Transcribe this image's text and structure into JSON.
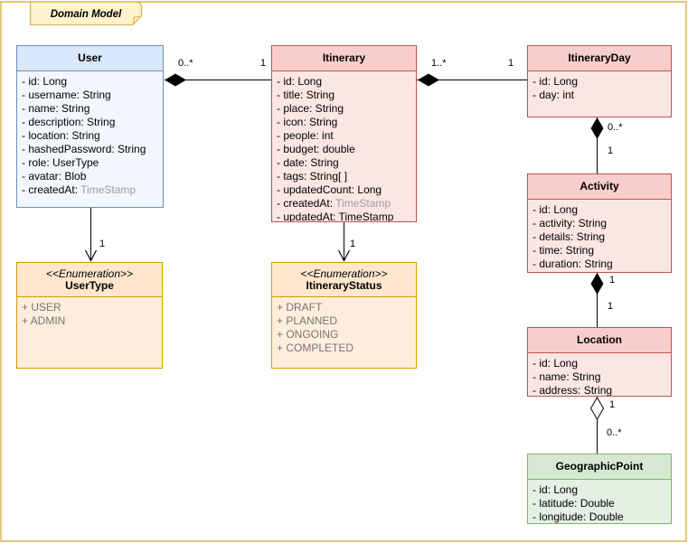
{
  "frame": {
    "title": "Domain Model"
  },
  "colors": {
    "frame_border": "#d6b656",
    "frame_tab_fill": "#fff2cc",
    "class_blue_fill": "#dae8fc",
    "class_blue_border": "#6c8ebf",
    "class_red_fill": "#f8cecc",
    "class_red_border": "#b85450",
    "enum_fill": "#ffe6cc",
    "enum_border": "#d79b00",
    "class_green_fill": "#d5e8d4",
    "class_green_border": "#82b366",
    "muted_text": "#9e9e9e",
    "connector": "#000000"
  },
  "classes": {
    "user": {
      "name": "User",
      "attributes": [
        {
          "text": "- id: Long"
        },
        {
          "text": "- username: String"
        },
        {
          "text": "- name: String"
        },
        {
          "text": "- description: String"
        },
        {
          "text": "- location: String"
        },
        {
          "text": "- hashedPassword: String"
        },
        {
          "text": "- role: UserType"
        },
        {
          "text": "- avatar: Blob"
        },
        {
          "text": "- createdAt: ",
          "muted": "TimeStamp"
        }
      ]
    },
    "itinerary": {
      "name": "Itinerary",
      "attributes": [
        {
          "text": "- id: Long"
        },
        {
          "text": "- title: String"
        },
        {
          "text": "- place: String"
        },
        {
          "text": "- icon: String"
        },
        {
          "text": "- people: int"
        },
        {
          "text": "- budget: double"
        },
        {
          "text": "- date: String"
        },
        {
          "text": "- tags: String[ ]"
        },
        {
          "text": "- updatedCount: Long"
        },
        {
          "text": "- createdAt: ",
          "muted": "TimeStamp"
        },
        {
          "text": "- updatedAt: TimeStamp"
        }
      ]
    },
    "itineraryDay": {
      "name": "ItineraryDay",
      "attributes": [
        {
          "text": "- id: Long"
        },
        {
          "text": "- day: int"
        }
      ]
    },
    "activity": {
      "name": "Activity",
      "attributes": [
        {
          "text": "- id: Long"
        },
        {
          "text": "- activity: String"
        },
        {
          "text": "- details: String"
        },
        {
          "text": "- time: String"
        },
        {
          "text": "- duration: String"
        }
      ]
    },
    "location": {
      "name": "Location",
      "attributes": [
        {
          "text": "- id: Long"
        },
        {
          "text": "- name: String"
        },
        {
          "text": "- address: String"
        }
      ]
    },
    "geographicPoint": {
      "name": "GeographicPoint",
      "attributes": [
        {
          "text": "- id: Long"
        },
        {
          "text": "- latitude: Double"
        },
        {
          "text": "- longitude: Double"
        }
      ]
    },
    "userType": {
      "stereotype": "<<Enumeration>>",
      "name": "UserType",
      "values": [
        {
          "text": "+ USER"
        },
        {
          "text": "+ ADMIN"
        }
      ]
    },
    "itineraryStatus": {
      "stereotype": "<<Enumeration>>",
      "name": "ItineraryStatus",
      "values": [
        {
          "text": "+ DRAFT"
        },
        {
          "text": "+ PLANNED"
        },
        {
          "text": "+ ONGOING"
        },
        {
          "text": "+ COMPLETED"
        }
      ]
    }
  },
  "connectors": {
    "user_itinerary": {
      "type": "composition",
      "source_label": "0..*",
      "target_label": "1"
    },
    "itinerary_itineraryDay": {
      "type": "composition",
      "source_label": "1..*",
      "target_label": "1"
    },
    "itineraryDay_activity": {
      "type": "composition",
      "source_label": "0..*",
      "target_label": "1"
    },
    "activity_location": {
      "type": "composition",
      "source_label": "1",
      "target_label": "1"
    },
    "location_geographicPoint": {
      "type": "aggregation",
      "source_label": "1",
      "target_label": "0..*"
    },
    "user_userType": {
      "type": "directed-association",
      "target_label": "1"
    },
    "itinerary_itineraryStatus": {
      "type": "directed-association",
      "target_label": "1"
    }
  }
}
